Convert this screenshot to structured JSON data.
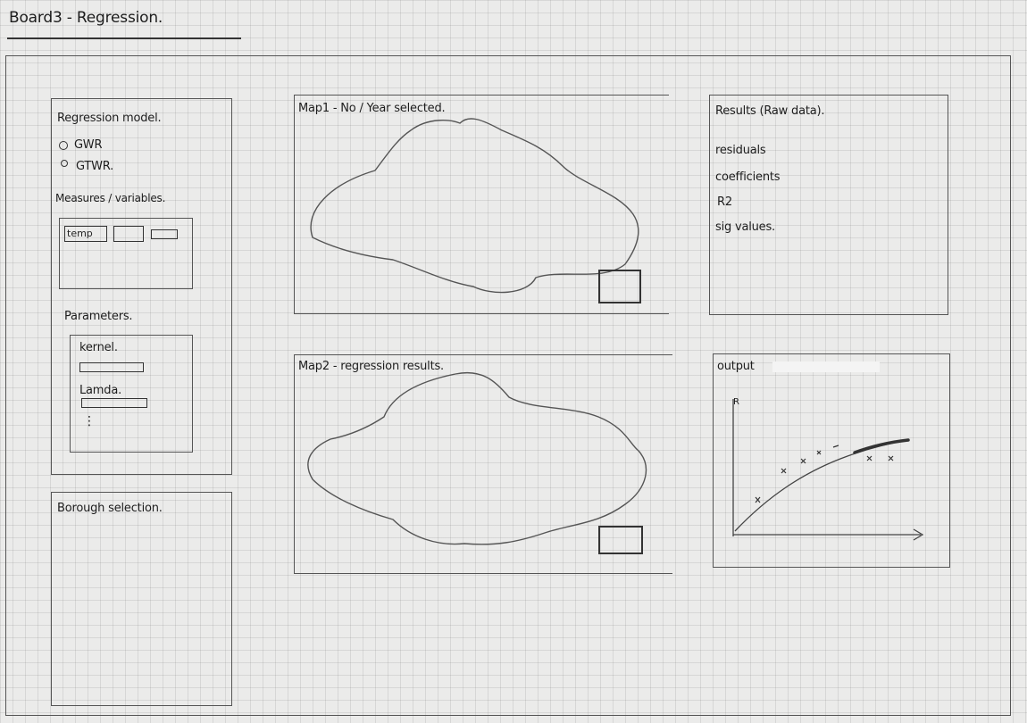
{
  "board": {
    "title": "Board3 - Regression."
  },
  "left_panel": {
    "model_heading": "Regression model.",
    "model_options": [
      {
        "label": "GWR"
      },
      {
        "label": "GTWR."
      }
    ],
    "variables_heading": "Measures / variables.",
    "variable_chips": [
      {
        "label": "temp"
      },
      {
        "label": ""
      },
      {
        "label": ""
      }
    ],
    "parameters_heading": "Parameters.",
    "parameters": [
      {
        "label": "kernel."
      },
      {
        "label": "Lamda."
      }
    ],
    "parameters_more": "⋮"
  },
  "borough": {
    "heading": "Borough selection."
  },
  "map1": {
    "heading": "Map1 - No / Year selected."
  },
  "map2": {
    "heading": "Map2 - regression results."
  },
  "results": {
    "heading": "Results (Raw data).",
    "items": [
      {
        "label": "residuals"
      },
      {
        "label": "coefficients"
      },
      {
        "label": "R2"
      },
      {
        "label": "sig values."
      }
    ]
  },
  "output": {
    "heading": "output",
    "y_axis_label": "R"
  }
}
